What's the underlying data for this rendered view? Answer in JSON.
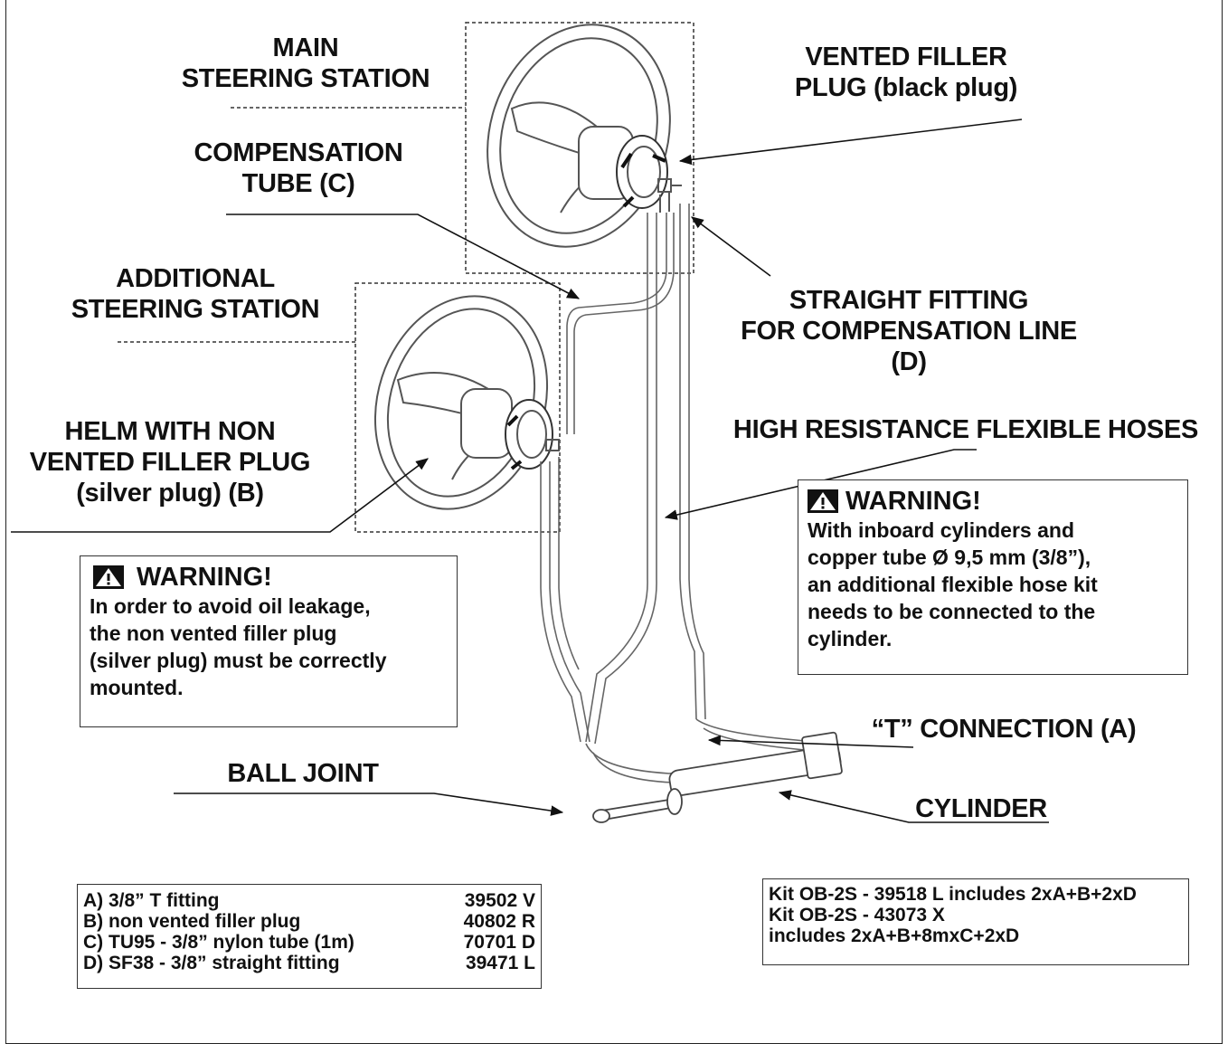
{
  "labels": {
    "main_station": [
      "MAIN",
      "STEERING STATION"
    ],
    "vented_plug": [
      "VENTED FILLER",
      "PLUG (black plug)"
    ],
    "compensation_tube": [
      "COMPENSATION",
      "TUBE (C)"
    ],
    "additional_station": [
      "ADDITIONAL",
      "STEERING STATION"
    ],
    "straight_fitting": [
      "STRAIGHT FITTING",
      "FOR COMPENSATION LINE",
      "(D)"
    ],
    "helm_non_vented": [
      "HELM WITH NON",
      "VENTED FILLER PLUG",
      "(silver plug) (B)"
    ],
    "hoses": "HIGH RESISTANCE FLEXIBLE HOSES",
    "t_connection": "“T” CONNECTION (A)",
    "ball_joint": "BALL  JOINT",
    "cylinder": "CYLINDER"
  },
  "warning_right": {
    "title": "WARNING!",
    "lines": [
      "With inboard cylinders and",
      "copper tube Ø 9,5 mm (3/8”),",
      "an additional flexible hose kit",
      "needs to be connected to the",
      "cylinder."
    ]
  },
  "warning_left": {
    "title": "WARNING!",
    "lines": [
      "In order to avoid oil leakage,",
      "the non vented filler plug",
      "(silver plug) must be correctly",
      "mounted."
    ]
  },
  "parts": [
    {
      "name": "A) 3/8” T fitting",
      "code": "39502 V"
    },
    {
      "name": "B) non vented filler plug",
      "code": "40802 R"
    },
    {
      "name": "C) TU95 - 3/8” nylon tube (1m)",
      "code": "70701 D"
    },
    {
      "name": "D) SF38 - 3/8” straight fitting",
      "code": "39471 L"
    }
  ],
  "kits": [
    "Kit OB-2S - 39518 L includes 2xA+B+2xD",
    "Kit OB-2S - 43073 X",
    "includes 2xA+B+8mxC+2xD"
  ]
}
